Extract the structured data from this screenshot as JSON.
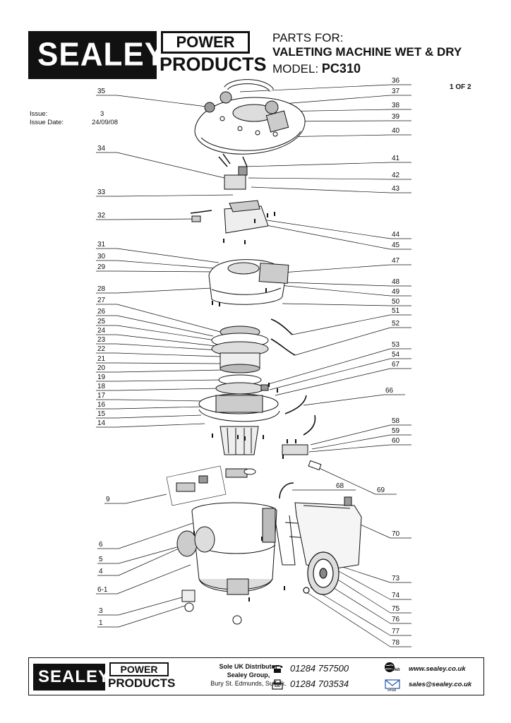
{
  "header": {
    "logo": {
      "brand": "SEALEY",
      "power": "POWER",
      "products": "PRODUCTS"
    },
    "parts_for": "PARTS FOR:",
    "product_name": "VALETING MACHINE WET & DRY",
    "model_label": "MODEL:",
    "model_number": "PC310",
    "page_indicator": "1 OF 2"
  },
  "issue": {
    "issue_label": "Issue:",
    "issue_value": "3",
    "date_label": "Issue Date:",
    "date_value": "24/09/08"
  },
  "diagram": {
    "callouts_left": [
      "35",
      "34",
      "33",
      "32",
      "31",
      "30",
      "29",
      "28",
      "27",
      "26",
      "25",
      "24",
      "23",
      "22",
      "21",
      "20",
      "19",
      "18",
      "17",
      "16",
      "15",
      "14",
      "9",
      "6",
      "5",
      "4",
      "6-1",
      "3",
      "1"
    ],
    "callouts_right": [
      "36",
      "37",
      "38",
      "39",
      "40",
      "41",
      "42",
      "43",
      "44",
      "45",
      "47",
      "48",
      "49",
      "50",
      "51",
      "52",
      "53",
      "54",
      "67",
      "66",
      "58",
      "59",
      "60",
      "68",
      "69",
      "70",
      "73",
      "74",
      "75",
      "76",
      "77",
      "78"
    ]
  },
  "footer": {
    "logo": {
      "brand": "SEALEY",
      "power": "POWER",
      "products": "PRODUCTS"
    },
    "distributor_line1": "Sole UK Distributor",
    "distributor_line2": "Sealey Group,",
    "distributor_line3": "Bury St. Edmunds, Suffolk.",
    "phone": "01284 757500",
    "fax": "01284 703534",
    "web_icon_label": "Web",
    "email_icon_label": "email",
    "website": "www.sealey.co.uk",
    "email": "sales@sealey.co.uk"
  },
  "colors": {
    "ink": "#111111",
    "paper": "#ffffff"
  }
}
